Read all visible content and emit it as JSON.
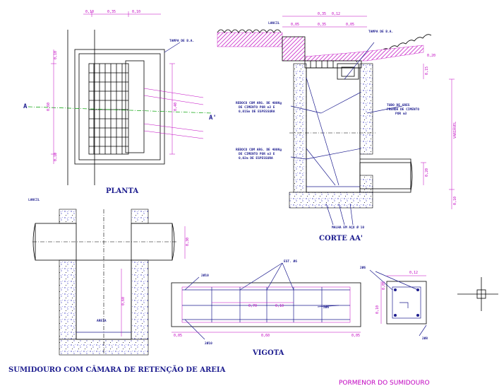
{
  "title": "SUMIDOURO COM CÂMARA DE RETENÇÃO DE AREIA",
  "subtitle": "PORMENOR DO SUMIDOURO",
  "views": {
    "planta": "PLANTA",
    "corte": "CORTE AA'",
    "vigota": "VIGOTA"
  },
  "section_marks": {
    "a": "A",
    "a_prime": "A'"
  },
  "labels": {
    "tampa_plan": "TAMPA DE B.A.",
    "tampa_section": "TAMPA DE B.A.",
    "lancil_top": "LANCIL",
    "lancil_left": "LANCIL",
    "areia": "AREIA",
    "malha": "MALHA EM AÇO Ø 10",
    "reboco_1_l1": "REBOCO COM ARG. DE 400Kg",
    "reboco_1_l2": "DE CIMENTO POR m3 E",
    "reboco_1_l3": "0,015m DE ESPESSURA",
    "reboco_2_l1": "REBOCO COM ARG. DE 400Kg",
    "reboco_2_l2": "DE CIMENTO POR m3 E",
    "reboco_2_l3": "0,02m DE ESPESSURA",
    "tubo_l1": "TUBO DE GRES",
    "tubo_l2": "PRENDA DE CIMENTO",
    "tubo_l3": "POR m3",
    "est": "EST. Ø6",
    "r_2o10_a": "2Ø10",
    "r_2o10_b": "2Ø10",
    "r_2o6": "2Ø6",
    "r_2o6b": "2Ø6",
    "r_2o8": "2Ø8"
  },
  "dims": {
    "plan_top_1": "0,10",
    "plan_top_2": "0,35",
    "plan_top_3": "0,10",
    "plan_left_1": "0,10",
    "plan_left_2": "0,60",
    "plan_left_3": "0,10",
    "plan_right": "0,40",
    "sec_top_1": "0,35",
    "sec_top_2": "0,12",
    "sec_top_3": "0,05",
    "sec_top_4": "0,35",
    "sec_top_5": "0,05",
    "sec_top_6": "0,20",
    "sec_r_1": "0,15",
    "sec_r_2": "VARIÁVEL",
    "sec_r_3": "0,20",
    "sec_r_4": "0,10",
    "low_r_1": "0,30",
    "low_r_2": "0,60",
    "vig_1": "0,70",
    "vig_2": "0,10",
    "vig_3": "0,05",
    "vig_4": "0,60",
    "vig_5": "0,05",
    "det_1": "0,12",
    "det_2": "0,05",
    "det_3": "0,10"
  },
  "colors": {
    "line": "#000000",
    "text": "#1d1d8f",
    "dimension": "#c000c0",
    "axis": "#00a000",
    "concrete": "#2f2fc0"
  }
}
